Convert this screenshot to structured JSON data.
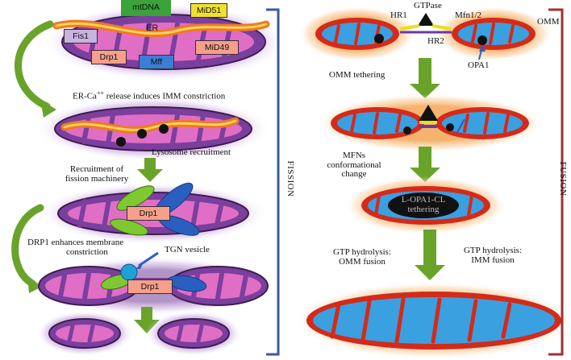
{
  "fission": {
    "section_label": "FISSION",
    "labels": {
      "mtdna": "mtDNA",
      "mid51": "MiD51",
      "er": "ER",
      "fis1": "Fis1",
      "drp1_top": "Drp1",
      "mff": "Mff",
      "mid49": "MiD49",
      "er_release": "ER-Ca",
      "er_release_sup": "++",
      "er_release_rest": " release induces IMM constriction",
      "lysosome": "Lysosome recruitment",
      "recruitment_line1": "Recruitment of",
      "recruitment_line2": "fission machinery",
      "drp1_mid": "Drp1",
      "drp1_enhances_line1": "DRP1 enhances membrane",
      "drp1_enhances_line2": "constriction",
      "tgn": "TGN vesicle",
      "drp1_low": "Drp1"
    },
    "colors": {
      "mtdna": "#3aa33a",
      "mid51": "#f0e030",
      "fis1": "#c9b3e0",
      "drp1": "#f5a08a",
      "mff": "#3a7fd6",
      "mid49": "#f5a08a",
      "arrow": "#6aa32a",
      "bracket": "#3a5aa0"
    }
  },
  "fusion": {
    "section_label": "FUSION",
    "labels": {
      "gtpase": "GTPase",
      "hr1": "HR1",
      "mfn": "Mfn1/2",
      "omm": "OMM",
      "hr2": "HR2",
      "opa1": "OPA1",
      "omm_tethering": "OMM tethering",
      "mfns_line1": "MFNs",
      "mfns_line2": "conformational",
      "mfns_line3": "change",
      "lopa1_line1": "L-OPA1-CL",
      "lopa1_line2": "tethering",
      "gtp_omm_line1": "GTP hydrolysis:",
      "gtp_omm_line2": "OMM fusion",
      "gtp_imm_line1": "GTP hydrolysis:",
      "gtp_imm_line2": "IMM fusion"
    },
    "colors": {
      "outer": "#d42a1a",
      "inner": "#3aa0e0",
      "glow": "#f5b060",
      "bracket": "#a03030"
    }
  }
}
